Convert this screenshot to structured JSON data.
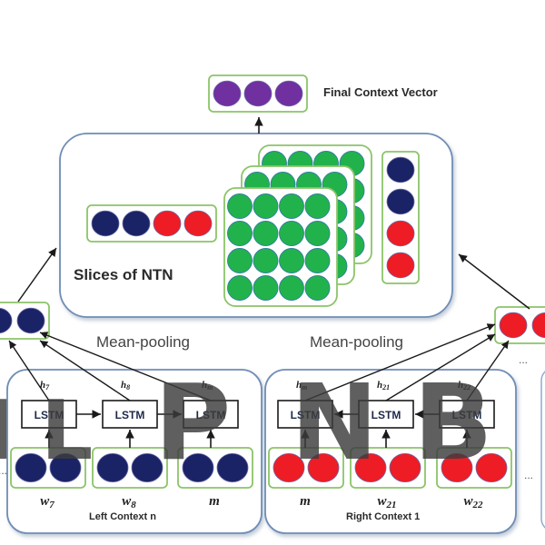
{
  "diagram": {
    "final_vector": {
      "label": "Final Context Vector",
      "cells": [
        "purple",
        "purple",
        "purple"
      ]
    },
    "ntn": {
      "label": "Slices of NTN",
      "concat_vector": [
        "navy",
        "navy",
        "red",
        "red"
      ],
      "column_vector": [
        "navy",
        "navy",
        "red",
        "red"
      ],
      "slices": 3,
      "slice_grid": "4x4"
    },
    "left_pool": {
      "label": "Mean-pooling",
      "cells": [
        "navy",
        "navy"
      ]
    },
    "right_pool": {
      "label": "Mean-pooling",
      "cells": [
        "red",
        "red"
      ]
    },
    "left_context": {
      "label": "Left Context n",
      "lstm_label": "LSTM",
      "units": [
        {
          "hidden": "h7",
          "hidden_base": "h",
          "hidden_sub": "7",
          "word": "w",
          "word_sub": "7"
        },
        {
          "hidden": "h8",
          "hidden_base": "h",
          "hidden_sub": "8",
          "word": "w",
          "word_sub": "8"
        },
        {
          "hidden": "hm",
          "hidden_base": "h",
          "hidden_sub": "m",
          "word": "m",
          "word_sub": ""
        }
      ]
    },
    "right_context": {
      "label": "Right Context 1",
      "lstm_label": "LSTM",
      "units": [
        {
          "hidden": "hm",
          "hidden_base": "h",
          "hidden_sub": "m",
          "word": "m",
          "word_sub": ""
        },
        {
          "hidden": "h21",
          "hidden_base": "h",
          "hidden_sub": "21",
          "word": "w",
          "word_sub": "21"
        },
        {
          "hidden": "h22",
          "hidden_base": "h",
          "hidden_sub": "22",
          "word": "w",
          "word_sub": "22"
        }
      ]
    },
    "ellipsis": "...",
    "watermark": [
      "I",
      "L",
      "P",
      "N",
      "B"
    ]
  },
  "colors": {
    "navy": "#1a2366",
    "red": "#ee1c25",
    "green": "#22b24c",
    "purple": "#7030a0",
    "green_border": "#8cc46a",
    "box_border": "#6f8db5",
    "line": "#1a1a1a"
  }
}
